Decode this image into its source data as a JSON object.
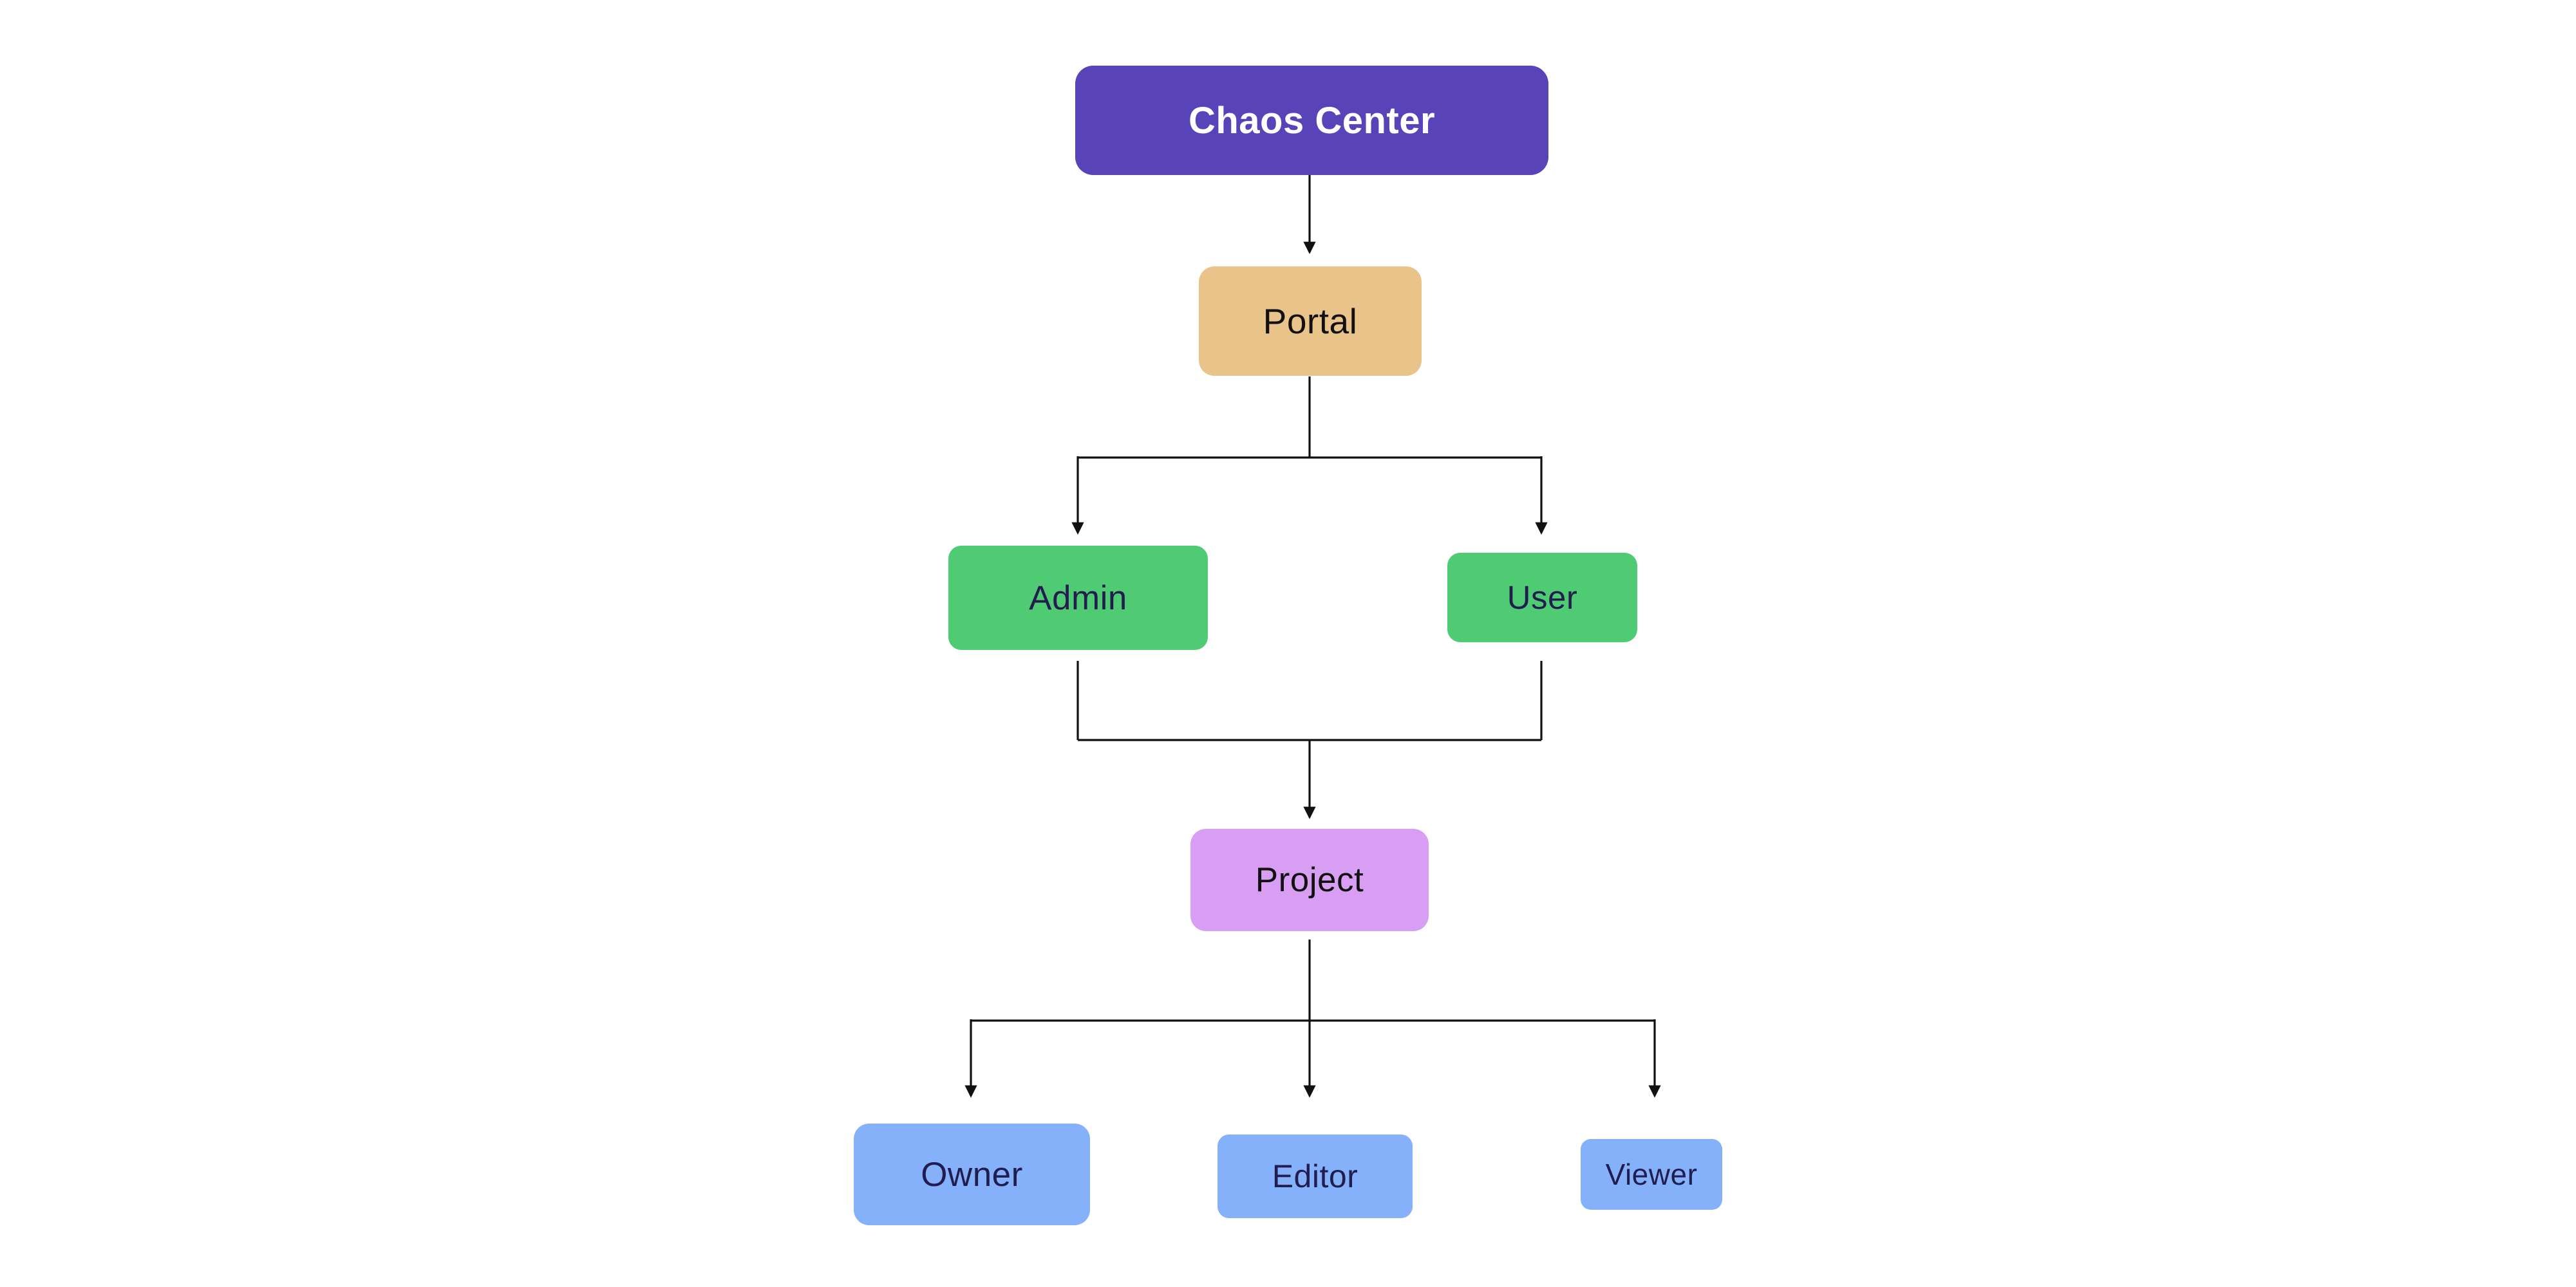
{
  "diagram": {
    "type": "flowchart",
    "direction": "top-down",
    "background": "#ffffff",
    "edge_color": "#111111",
    "nodes": [
      {
        "id": "chaos-center",
        "label": "Chaos Center",
        "fill": "#5844b8",
        "text_color": "#ffffff",
        "level": 1
      },
      {
        "id": "portal",
        "label": "Portal",
        "fill": "#e9c389",
        "text_color": "#111111",
        "level": 2
      },
      {
        "id": "admin",
        "label": "Admin",
        "fill": "#4fcb73",
        "text_color": "#221d4f",
        "level": 3
      },
      {
        "id": "user",
        "label": "User",
        "fill": "#4fcb73",
        "text_color": "#221d4f",
        "level": 3
      },
      {
        "id": "project",
        "label": "Project",
        "fill": "#d89ef3",
        "text_color": "#111111",
        "level": 4
      },
      {
        "id": "owner",
        "label": "Owner",
        "fill": "#85b1fb",
        "text_color": "#221d4f",
        "level": 5
      },
      {
        "id": "editor",
        "label": "Editor",
        "fill": "#85b1fb",
        "text_color": "#221d4f",
        "level": 5
      },
      {
        "id": "viewer",
        "label": "Viewer",
        "fill": "#85b1fb",
        "text_color": "#221d4f",
        "level": 5
      }
    ],
    "edges": [
      {
        "from": "chaos-center",
        "to": "portal"
      },
      {
        "from": "portal",
        "to": "admin"
      },
      {
        "from": "portal",
        "to": "user"
      },
      {
        "from": "admin",
        "to": "project"
      },
      {
        "from": "user",
        "to": "project"
      },
      {
        "from": "project",
        "to": "owner"
      },
      {
        "from": "project",
        "to": "editor"
      },
      {
        "from": "project",
        "to": "viewer"
      }
    ]
  }
}
